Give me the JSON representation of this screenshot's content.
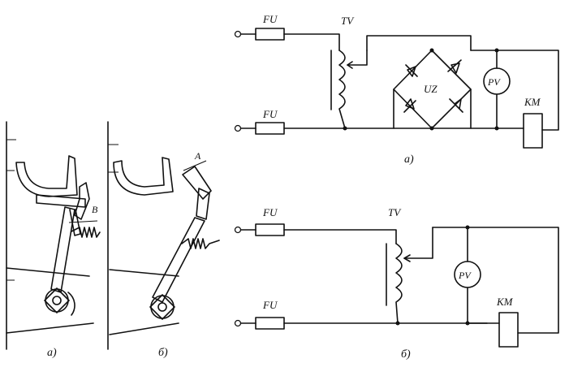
{
  "mechanisms": {
    "a": {
      "caption": "а)",
      "dim_label": "В"
    },
    "b": {
      "caption": "б)",
      "dim_label": "А"
    }
  },
  "circuit_a": {
    "caption": "а)",
    "fuse_top": "FU",
    "fuse_bottom": "FU",
    "transformer": "TV",
    "rectifier": "UZ",
    "relay": "PV",
    "contactor": "KM"
  },
  "circuit_b": {
    "caption": "б)",
    "fuse_top": "FU",
    "fuse_bottom": "FU",
    "transformer": "TV",
    "relay": "PV",
    "contactor": "KM"
  }
}
